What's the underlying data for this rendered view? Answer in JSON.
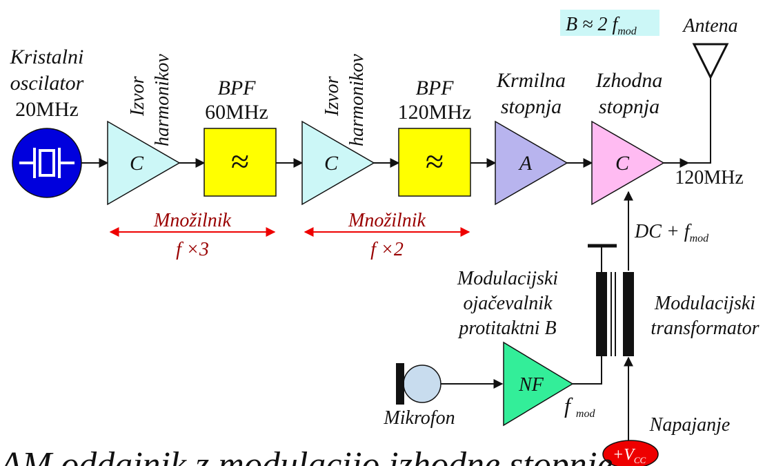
{
  "colors": {
    "crystal": "#0000dd",
    "harmonic_amp": "#ccf7f7",
    "bpf": "#ffff00",
    "driver_amp": "#b8b4ee",
    "output_amp": "#ffbbf2",
    "nf_amp": "#33ee99",
    "microphone": "#c8dcee",
    "multiplier_arrow": "#ee0000",
    "multiplier_text": "#990000",
    "bandwidth_box": "#ccf7f7",
    "vcc": "#ee0000"
  },
  "labels": {
    "oscillator_line1": "Kristalni",
    "oscillator_line2": "oscilator",
    "oscillator_freq": "20MHz",
    "harm1_line1": "Izvor",
    "harm1_line2": "harmonikov",
    "harm1_class": "C",
    "bpf1_name": "BPF",
    "bpf1_freq": "60MHz",
    "bpf1_symbol": "≈",
    "harm2_line1": "Izvor",
    "harm2_line2": "harmonikov",
    "harm2_class": "C",
    "bpf2_name": "BPF",
    "bpf2_freq": "120MHz",
    "bpf2_symbol": "≈",
    "driver_line1": "Krmilna",
    "driver_line2": "stopnja",
    "driver_class": "A",
    "output_line1": "Izhodna",
    "output_line2": "stopnja",
    "output_class": "C",
    "output_freq": "120MHz",
    "bandwidth": "B ≈ 2 f",
    "bandwidth_sub": "mod",
    "antenna": "Antena",
    "mult1_label": "Množilnik",
    "mult1_factor": "f ×3",
    "mult2_label": "Množilnik",
    "mult2_factor": "f ×2",
    "dc_fmod": "DC + f",
    "dc_fmod_sub": "mod",
    "mod_amp_line1": "Modulacijski",
    "mod_amp_line2": "ojačevalnik",
    "mod_amp_line3": "protitaktni B",
    "mod_trans_line1": "Modulacijski",
    "mod_trans_line2": "transformator",
    "nf_class": "NF",
    "fmod": "f",
    "fmod_sub": "mod",
    "microphone": "Mikrofon",
    "supply": "Napajanje",
    "vcc": "+V",
    "vcc_sub": "CC"
  },
  "footer_title": "AM oddajnik z modulacijo izhodne stopnje"
}
